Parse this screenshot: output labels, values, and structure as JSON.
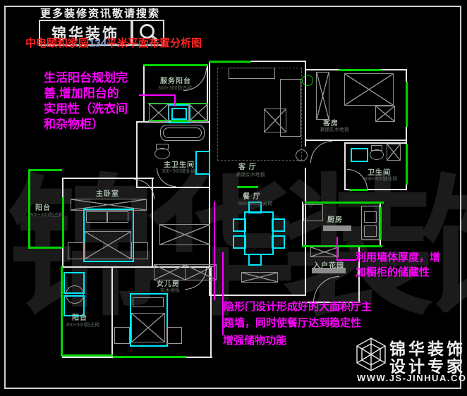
{
  "header": {
    "search_hint": "更多装修资讯敬请搜索",
    "brand": "锦华装饰",
    "title_prefix": "中电颐和家园",
    "title_number": "134",
    "title_suffix": "平米平面布置分析图"
  },
  "plan": {
    "rooms": [
      {
        "name": "服务阳台",
        "spec": "300+300防古砖"
      },
      {
        "name": "主卫生间",
        "spec": "300+300玻化砖"
      },
      {
        "name": "主卧室",
        "spec": ""
      },
      {
        "name": "阳台",
        "spec": "300+300防古砖"
      },
      {
        "name": "客 厅",
        "spec": "满铺实木地板"
      },
      {
        "name": "餐 厅",
        "spec": "800+800抛光砖"
      },
      {
        "name": "客房",
        "spec": "满铺实木地板"
      },
      {
        "name": "卫生间",
        "spec": "300+300玻化砖"
      },
      {
        "name": "厨房",
        "spec": ""
      },
      {
        "name": "入户花园",
        "spec": ""
      },
      {
        "name": "女儿房",
        "spec": "实木地板"
      },
      {
        "name": "阳台",
        "spec": "300+300防古砖"
      }
    ]
  },
  "annotations": {
    "laundry": [
      "生活阳台规划完",
      "善,增加阳台的",
      "实用性（洗衣间",
      "和杂物柜）"
    ],
    "cabinet": [
      "利用墙体厚度，增",
      "加橱柜的储藏性"
    ],
    "hidden_door": [
      "隐形门设计形成好的大面积厅主",
      "题墙，同时使餐厅达到稳定性"
    ],
    "storage": "增强储物功能"
  },
  "watermark": "锦华装饰",
  "footer": {
    "brand": "锦华装饰",
    "tagline": "设计专家",
    "website": "WWW.JS-JINHUA.COM"
  },
  "colors": {
    "background": "#000000",
    "wall_white": "#e6e6e6",
    "window_green": "#00d400",
    "furniture_cyan": "#00e8ff",
    "annotation_magenta": "#ff00ff",
    "title_red": "#ff2222"
  }
}
